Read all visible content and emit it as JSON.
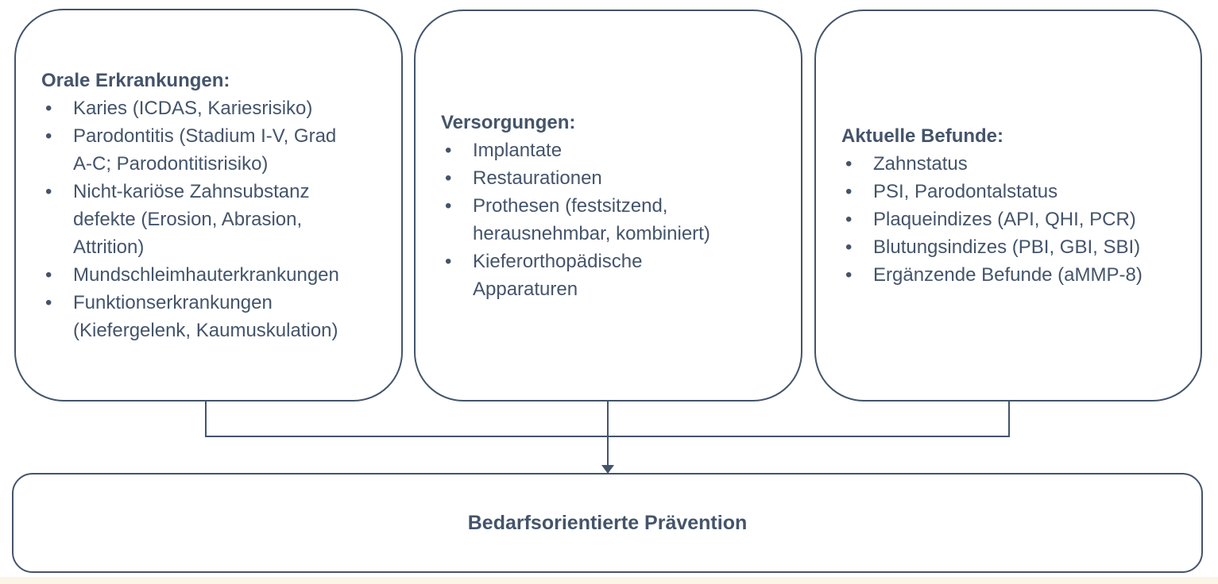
{
  "boxes": [
    {
      "id": "orale-erkrankungen",
      "title": "Orale Erkrankungen:",
      "items": [
        "Karies (ICDAS, Kariesrisiko)",
        "Parodontitis (Stadium I-V, Grad\nA-C; Parodontitisrisiko)",
        "Nicht-kariöse Zahnsubstanz\ndefekte (Erosion, Abrasion,\nAttrition)",
        "Mundschleimhauterkrankungen",
        "Funktionserkrankungen\n(Kiefergelenk, Kaumuskulation)"
      ]
    },
    {
      "id": "versorgungen",
      "title": "Versorgungen:",
      "items": [
        "Implantate",
        "Restaurationen",
        "Prothesen (festsitzend,\nherausnehmbar, kombiniert)",
        "Kieferorthopädische\nApparaturen"
      ]
    },
    {
      "id": "aktuelle-befunde",
      "title": "Aktuelle Befunde:",
      "items": [
        "Zahnstatus",
        "PSI, Parodontalstatus",
        "Plaqueindizes (API, QHI, PCR)",
        "Blutungsindizes (PBI, GBI, SBI)",
        "Ergänzende Befunde (aMMP-8)"
      ]
    }
  ],
  "result_box": {
    "label": "Bedarfsorientierte Prävention"
  },
  "colors": {
    "ink": "#44546A",
    "box_fill": "#FFFFFF",
    "page_bg": "#FFFFFF",
    "bottom_strip": "#FAF5E6"
  }
}
